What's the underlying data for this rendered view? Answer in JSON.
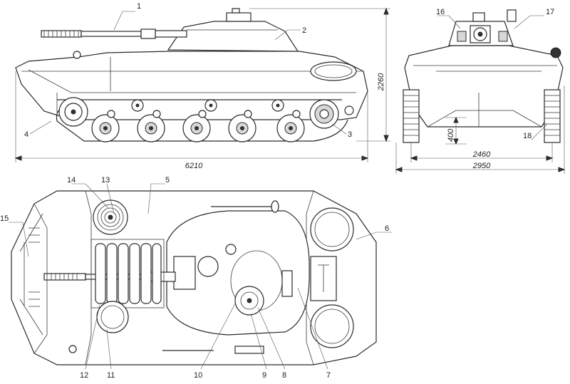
{
  "callouts": {
    "c1": "1",
    "c2": "2",
    "c3": "3",
    "c4": "4",
    "c5": "5",
    "c6": "6",
    "c7": "7",
    "c8": "8",
    "c9": "9",
    "c10": "10",
    "c11": "11",
    "c12": "12",
    "c13": "13",
    "c14": "14",
    "c15": "15",
    "c16": "16",
    "c17": "17",
    "c18": "18"
  },
  "dimensions": {
    "length": "6210",
    "height": "2260",
    "track_width": "2460",
    "overall_width": "2950",
    "clearance": "400"
  }
}
